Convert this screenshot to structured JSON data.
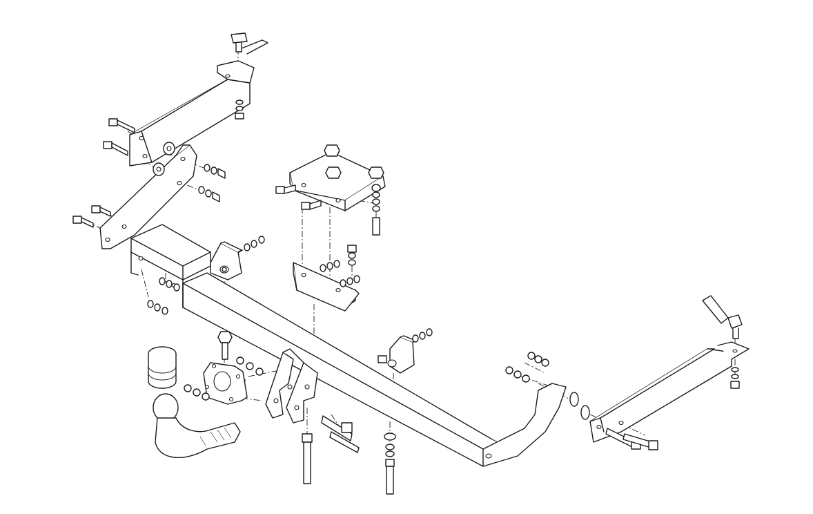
{
  "diagram": {
    "kind": "exploded-parts-drawing",
    "subject": "towbar-assembly",
    "line_color": "#1a1a1a",
    "background": "#ffffff",
    "parts": [
      "left-side-bracket",
      "left-mounting-plate",
      "cross-beam",
      "center-bracket-plate",
      "center-lower-bracket",
      "right-side-bracket",
      "tow-ball-neck",
      "tow-ball-cover",
      "socket-plate",
      "beam-end-hook"
    ]
  }
}
